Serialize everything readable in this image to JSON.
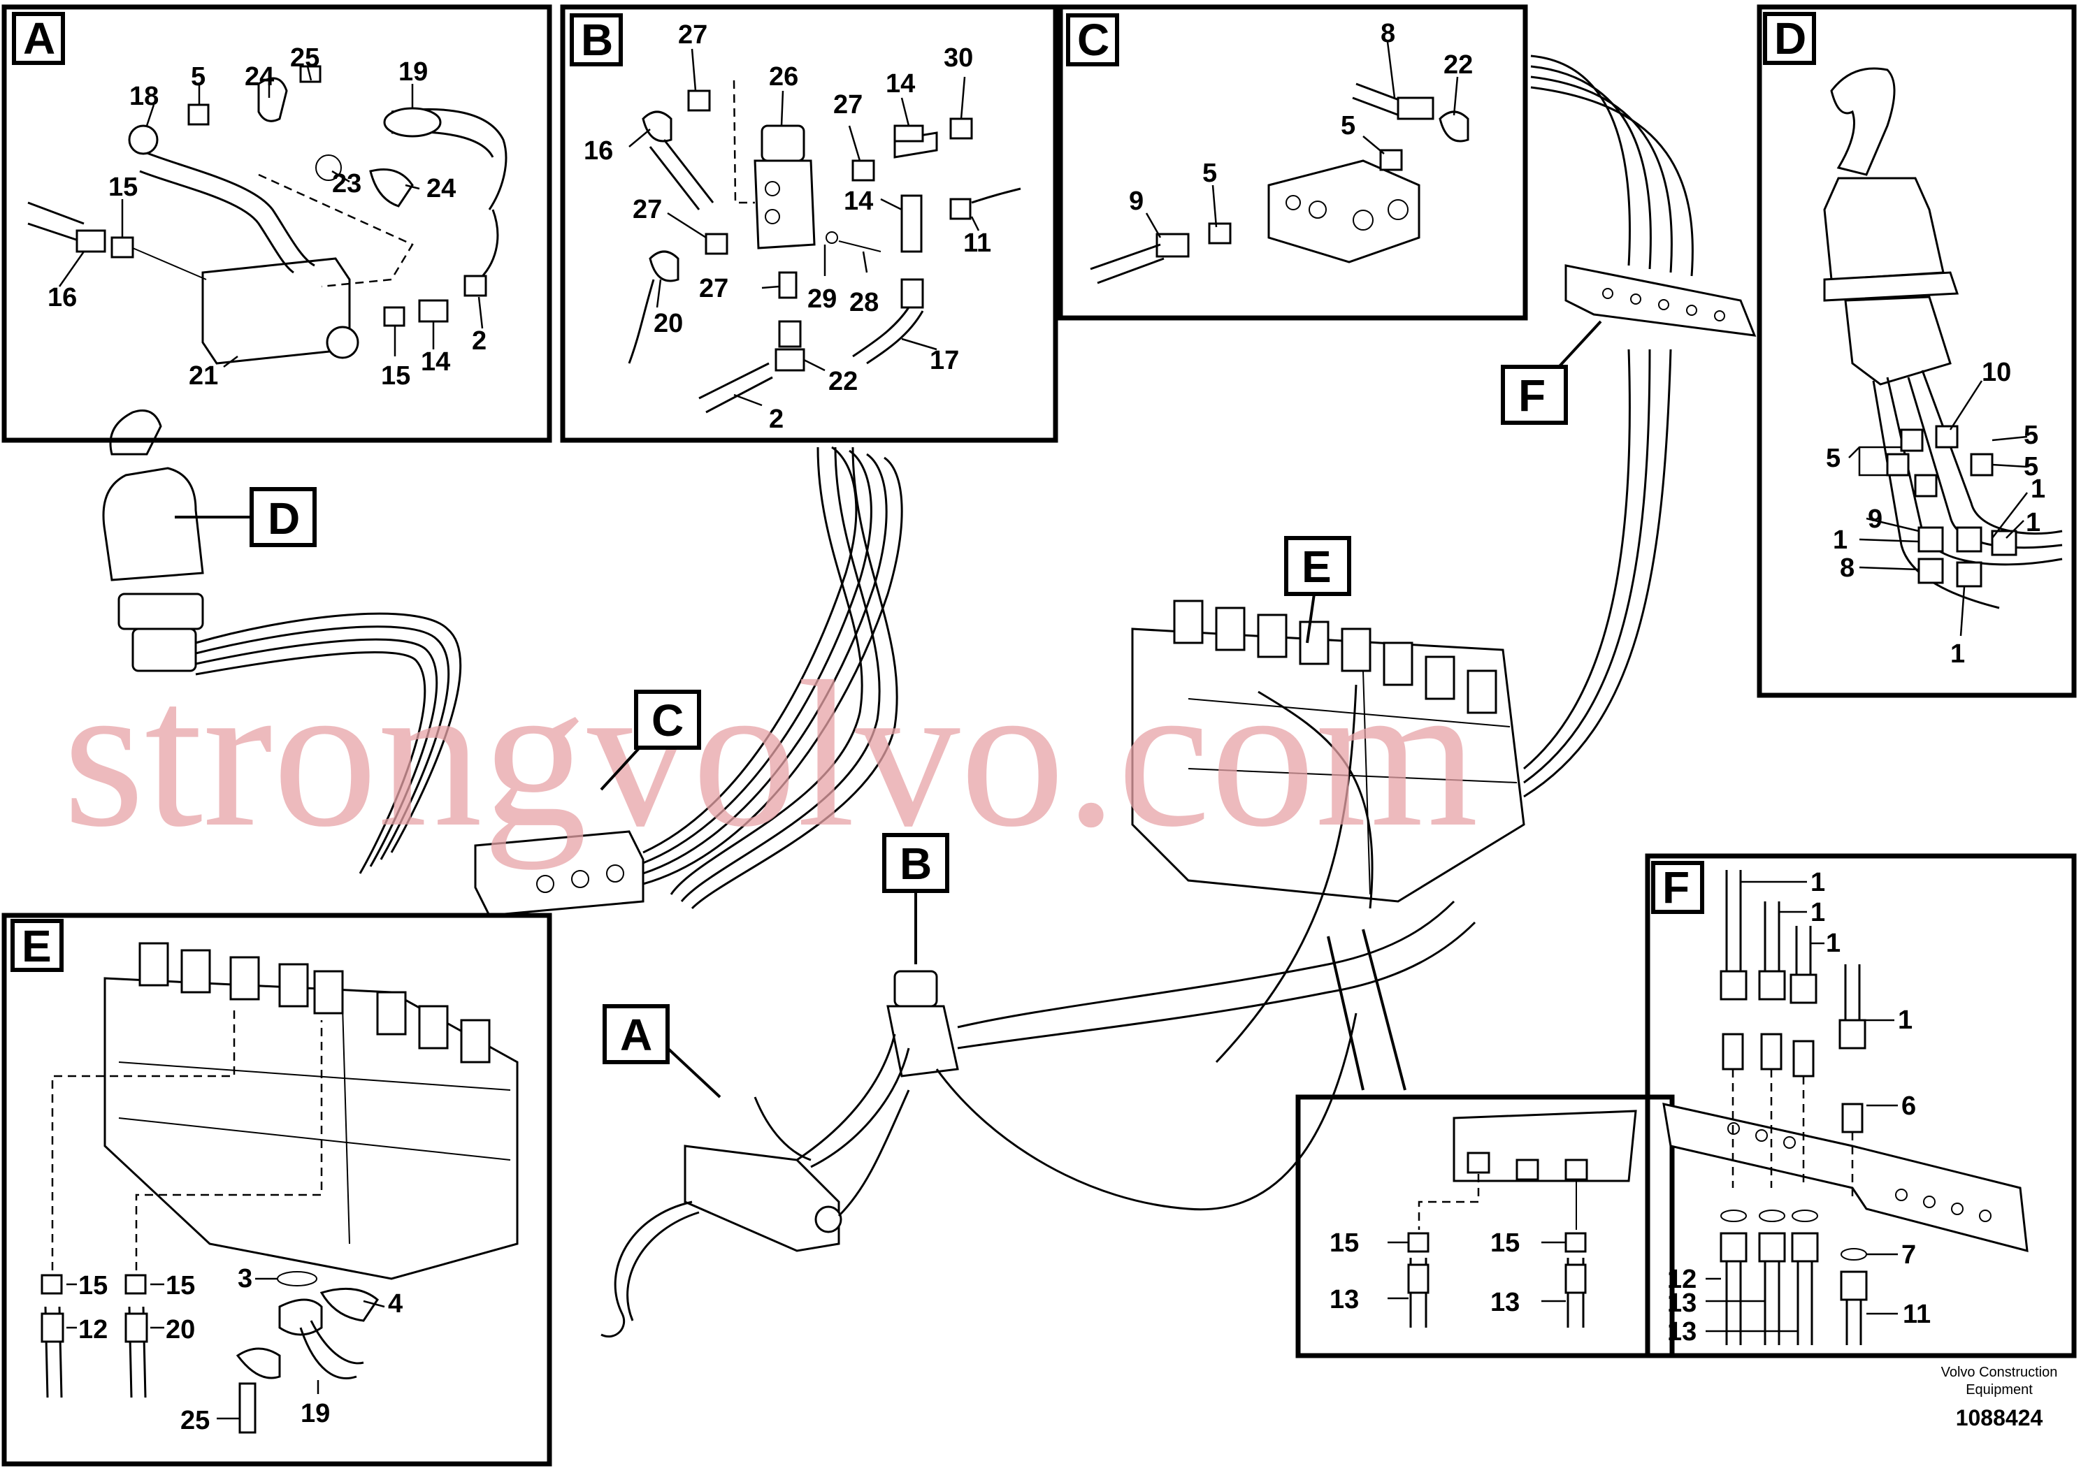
{
  "diagram": {
    "document_number": "1088424",
    "credit_line1": "Volvo Construction",
    "credit_line2": "Equipment",
    "watermark": "strongvolvo.com",
    "callout_tags": [
      "A",
      "B",
      "C",
      "D",
      "E",
      "F"
    ]
  },
  "panels": {
    "A": {
      "tag": "A",
      "parts": [
        "5",
        "24",
        "25",
        "19",
        "18",
        "23",
        "24",
        "15",
        "16",
        "21",
        "15",
        "14",
        "2"
      ]
    },
    "B": {
      "tag": "B",
      "parts": [
        "27",
        "26",
        "27",
        "14",
        "30",
        "16",
        "27",
        "14",
        "11",
        "27",
        "29",
        "28",
        "20",
        "17",
        "22",
        "2"
      ]
    },
    "C": {
      "tag": "C",
      "parts": [
        "8",
        "22",
        "5",
        "5",
        "9"
      ]
    },
    "D": {
      "tag": "D",
      "parts": [
        "10",
        "5",
        "5",
        "5",
        "9",
        "1",
        "1",
        "8",
        "1",
        "1"
      ]
    },
    "E": {
      "tag": "E",
      "parts": [
        "3",
        "4",
        "15",
        "15",
        "12",
        "20",
        "25",
        "19"
      ]
    },
    "E_detail": {
      "parts": [
        "15",
        "15",
        "13",
        "13"
      ]
    },
    "F": {
      "tag": "F",
      "parts": [
        "1",
        "1",
        "1",
        "1",
        "6",
        "7",
        "12",
        "13",
        "13",
        "11"
      ]
    }
  }
}
